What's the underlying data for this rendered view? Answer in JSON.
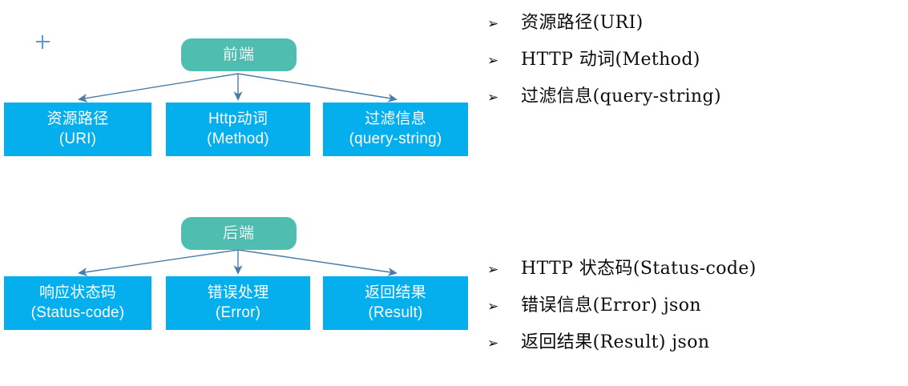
{
  "palette": {
    "root_node_fill": "#4FBDB0",
    "leaf_node_fill": "#05AEEC",
    "edge_stroke": "#4A7CA8",
    "node_text": "#ffffff",
    "list_text": "#0c0c0c",
    "marker_blue": "#5B9BD5",
    "background": "#ffffff"
  },
  "diagram": {
    "frontend": {
      "root_label": "前端",
      "leaves": [
        {
          "line1": "资源路径",
          "line2": "(URI)"
        },
        {
          "line1": "Http动词",
          "line2": "(Method)"
        },
        {
          "line1": "过滤信息",
          "line2": "(query-string)"
        }
      ]
    },
    "backend": {
      "root_label": "后端",
      "leaves": [
        {
          "line1": "响应状态码",
          "line2": "(Status-code)"
        },
        {
          "line1": "错误处理",
          "line2": "(Error)"
        },
        {
          "line1": "返回结果",
          "line2": "(Result)"
        }
      ]
    }
  },
  "lists": {
    "frontend_points": {
      "bullet_glyph": "➢",
      "items": [
        "资源路径(URI)",
        "HTTP 动词(Method)",
        "过滤信息(query-string)"
      ]
    },
    "backend_points": {
      "bullet_glyph": "➢",
      "items": [
        "HTTP 状态码(Status-code)",
        "错误信息(Error) json",
        "返回结果(Result) json"
      ]
    }
  }
}
